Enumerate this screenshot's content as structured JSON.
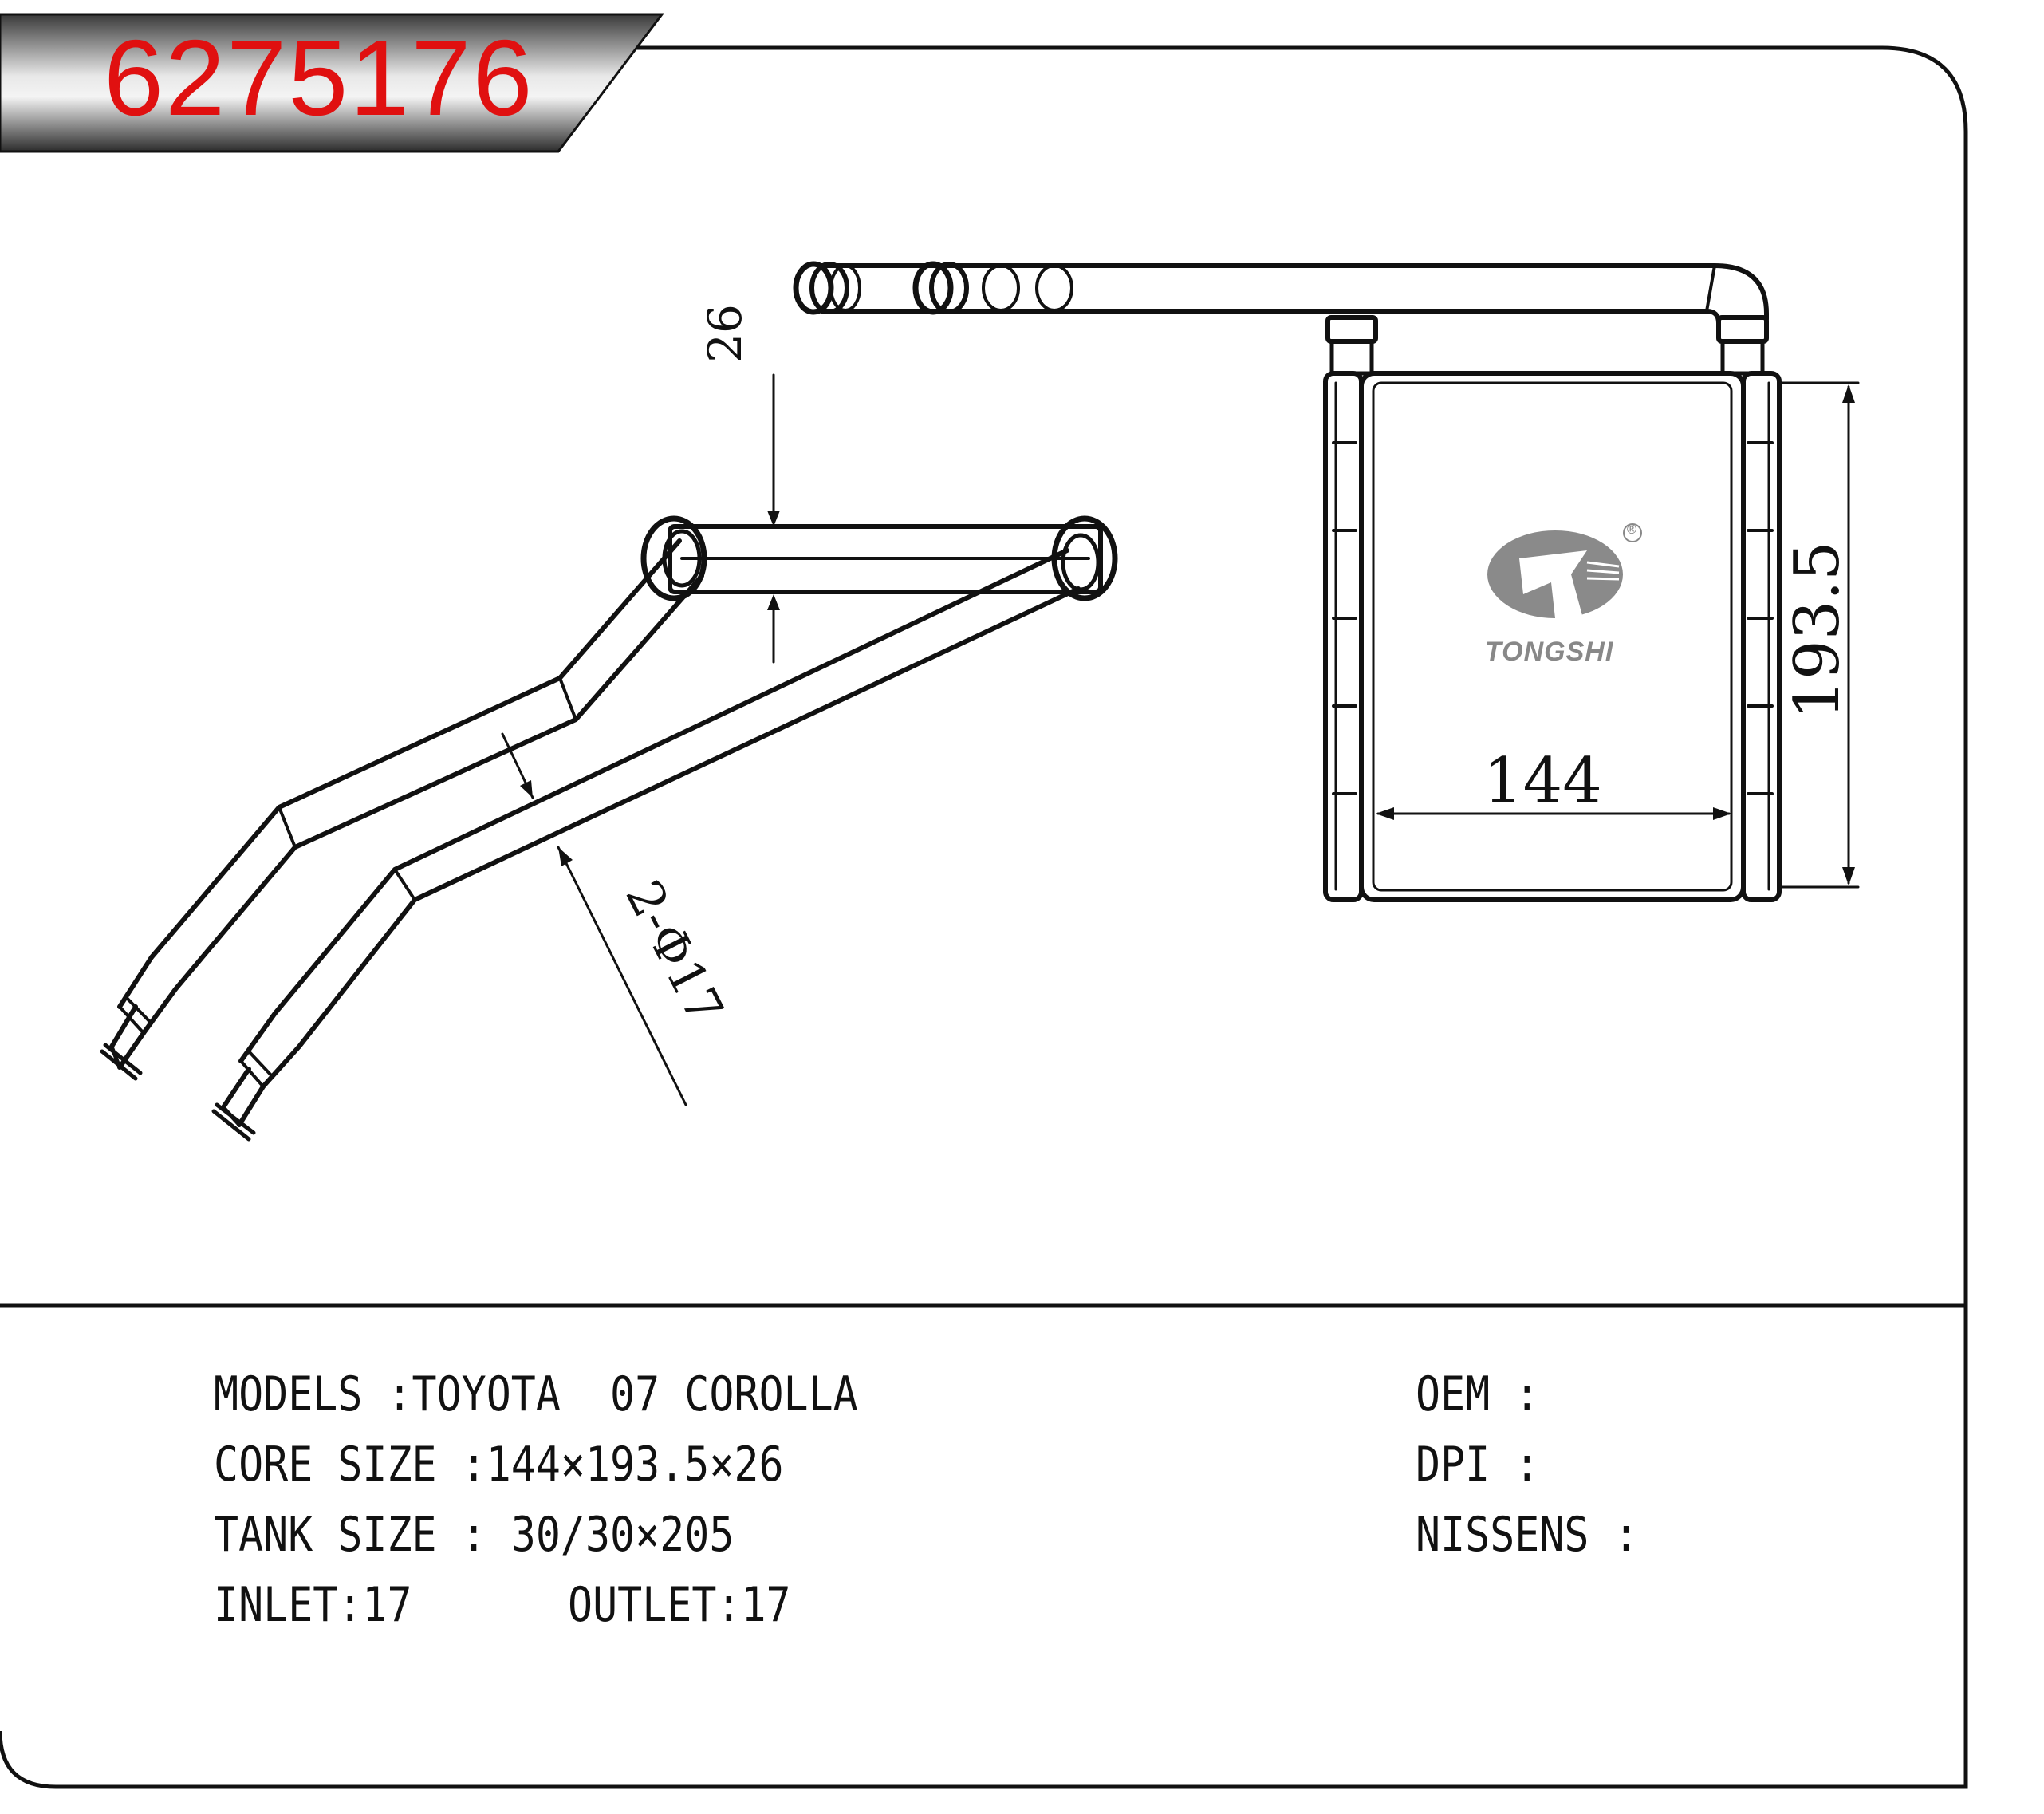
{
  "header": {
    "part_number": "6275176",
    "colors": {
      "part_number": "#e01010",
      "banner_dark": "#333333",
      "banner_light": "#e8e8e8"
    }
  },
  "drawing": {
    "dim_thickness": "26",
    "dim_pipe": "2-Φ17",
    "dim_width": "144",
    "dim_height": "193.5",
    "brand": {
      "name": "TONGSHI",
      "mark": "®",
      "color": "#888888"
    }
  },
  "specs": {
    "models": "MODELS :TOYOTA  07 COROLLA",
    "core_size": "CORE SIZE :144×193.5×26",
    "tank_size": "TANK SIZE : 30/30×205",
    "inlet": "INLET:17",
    "outlet": "OUTLET:17",
    "oem": "OEM :",
    "dpi": "DPI :",
    "nissens": "NISSENS :"
  }
}
